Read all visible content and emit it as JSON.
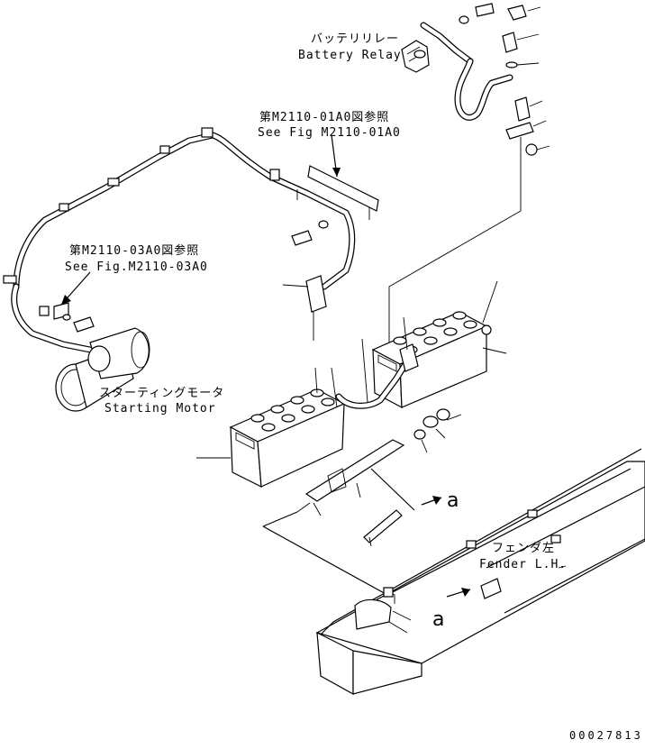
{
  "labels": {
    "battery_relay_jp": "バッテリリレー",
    "battery_relay_en": "Battery Relay",
    "ref_a_jp": "第M2110-01A0図参照",
    "ref_a_en": "See Fig M2110-01A0",
    "ref_b_jp": "第M2110-03A0図参照",
    "ref_b_en": "See Fig.M2110-03A0",
    "starting_motor_jp": "スターティングモータ",
    "starting_motor_en": "Starting Motor",
    "fender_jp": "フェンダ左",
    "fender_en": "Fender L.H.",
    "view_a_upper": "a",
    "view_a_lower": "a",
    "drawing_code": "00027813"
  }
}
